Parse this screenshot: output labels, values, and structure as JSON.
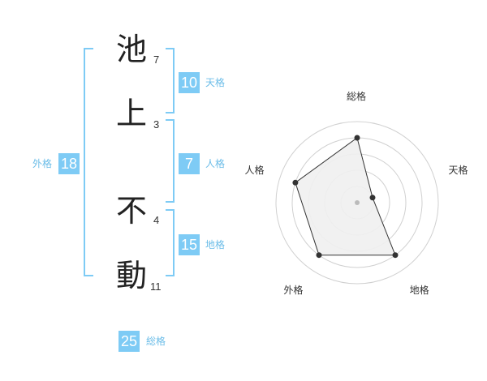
{
  "name": {
    "chars": [
      {
        "char": "池",
        "strokes": "7"
      },
      {
        "char": "上",
        "strokes": "3"
      },
      {
        "char": "不",
        "strokes": "4"
      },
      {
        "char": "動",
        "strokes": "11"
      }
    ]
  },
  "kaku": {
    "tenkaku": {
      "label": "天格",
      "value": "10"
    },
    "jinkaku": {
      "label": "人格",
      "value": "7"
    },
    "chikaku": {
      "label": "地格",
      "value": "15"
    },
    "gaikaku": {
      "label": "外格",
      "value": "18"
    },
    "soukaku": {
      "label": "総格",
      "value": "25"
    }
  },
  "colors": {
    "accent": "#7ecbf5",
    "accent_text": "#6cbde8",
    "radar_fill": "#efefef",
    "radar_line": "#333333",
    "grid": "#d0d0d0"
  },
  "chart_data": {
    "type": "radar",
    "axes": [
      "総格",
      "天格",
      "地格",
      "外格",
      "人格"
    ],
    "levels": 5,
    "values": [
      4,
      1,
      4,
      4,
      4
    ],
    "max": 5
  }
}
